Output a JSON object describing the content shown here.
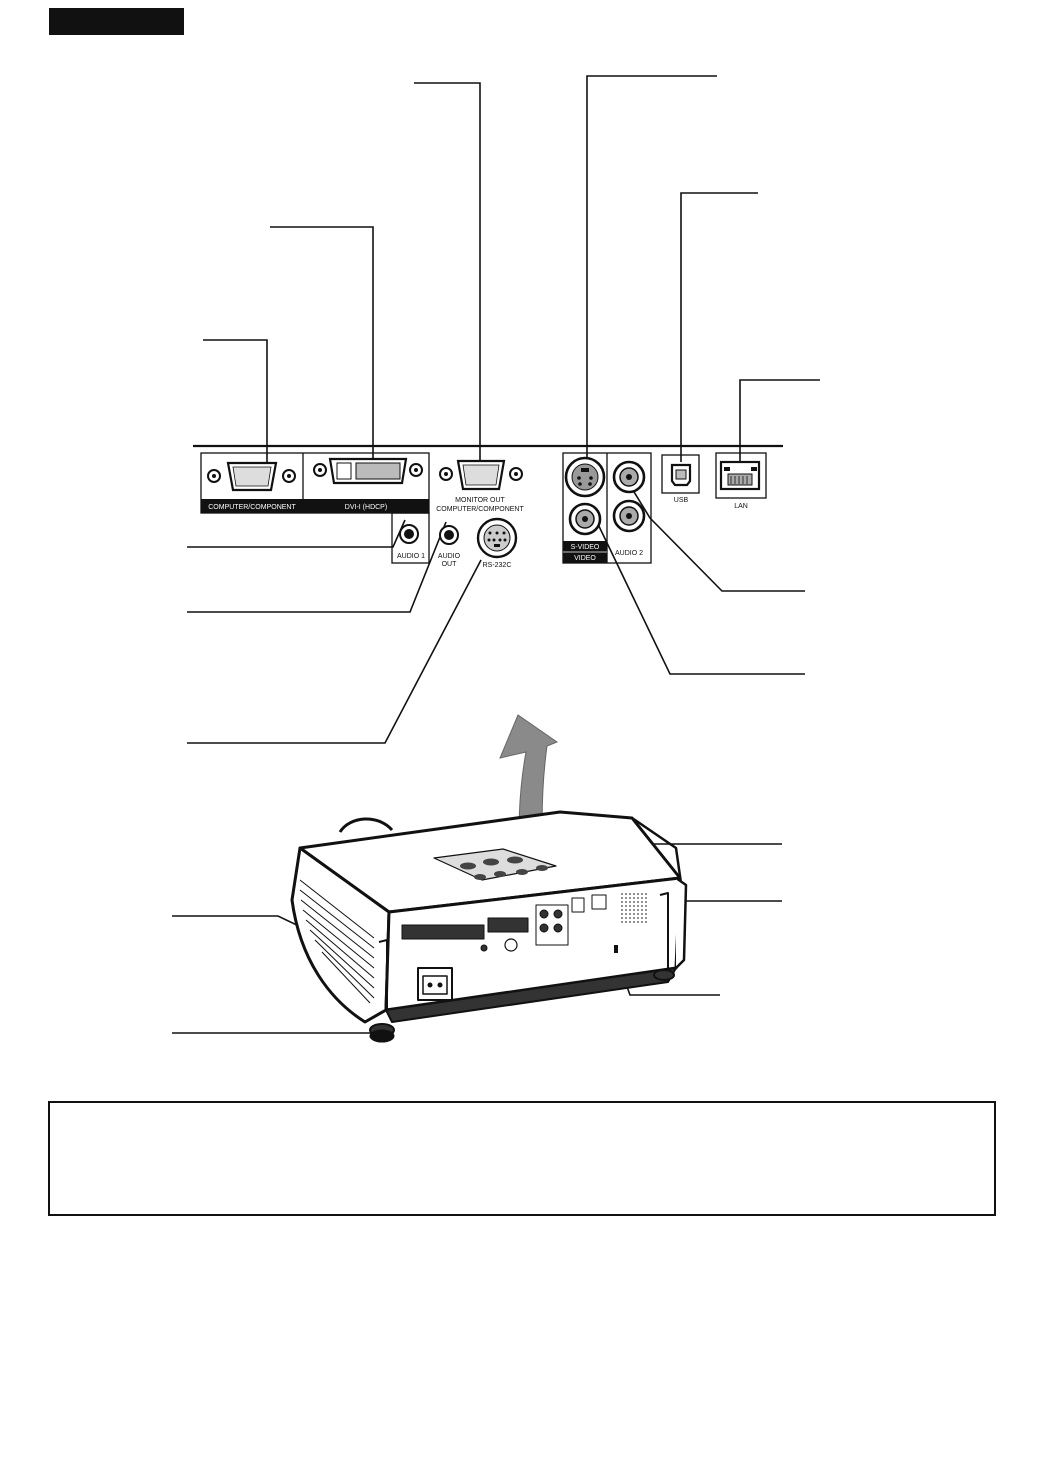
{
  "panel_labels": {
    "computer_component": "COMPUTER/COMPONENT",
    "dvi": "DVI-I (HDCP)",
    "monitor_out_1": "MONITOR OUT",
    "monitor_out_2": "COMPUTER/COMPONENT",
    "audio1": "AUDIO 1",
    "audio_out_1": "AUDIO",
    "audio_out_2": "OUT",
    "rs232c": "RS-232C",
    "svideo": "S-VIDEO",
    "video": "VIDEO",
    "audio2": "AUDIO 2",
    "usb": "USB",
    "lan": "LAN"
  }
}
